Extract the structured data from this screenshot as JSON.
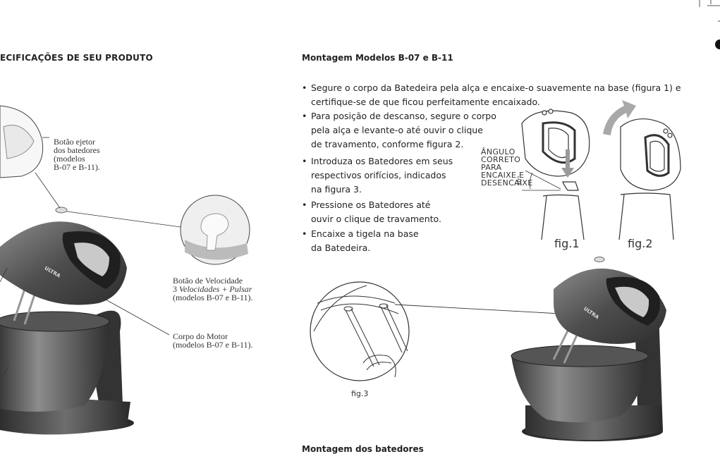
{
  "left": {
    "heading": "ECIFICAÇÕES DE SEU PRODUTO",
    "callout_ejector": [
      "Botão ejetor",
      "dos batedores",
      "(modelos",
      "B-07 e B-11)."
    ],
    "callout_speed": {
      "line1": "Botão de Velocidade",
      "line2_prefix": "3 ",
      "line2_italic": "Velocidades + Pulsar",
      "line3": "(modelos B-07 e B-11)."
    },
    "callout_motor": [
      "Corpo do Motor",
      "(modelos B-07 e B-11)."
    ],
    "brand": "ULTRA"
  },
  "right": {
    "heading": "Montagem Modelos B-07 e B-11",
    "bullets": [
      [
        "Segure o corpo da Batedeira pela alça e encaixe-o suavemente na base (figura 1) e",
        "certifique-se de que ficou perfeitamente encaixado."
      ],
      [
        "Para posição de descanso, segure o corpo",
        "pela alça e levante-o até ouvir o clique",
        "de travamento, conforme figura 2."
      ],
      [
        "Introduza os Batedores em seus",
        "respectivos orifícios, indicados",
        "na figura 3."
      ],
      [
        "Pressione os Batedores até",
        "ouvir o clique de travamento."
      ],
      [
        "Encaixe a tigela na base",
        "da Batedeira."
      ]
    ],
    "bullet_symbol": "•",
    "angle_label": [
      "ÂNGULO",
      "CORRETO",
      "PARA",
      "ENCAIXE E",
      "DESENCAIXE"
    ],
    "angle_value": "30°",
    "fig1": "fig.1",
    "fig2": "fig.2",
    "fig3": "fig.3",
    "brand": "ULTRA",
    "bottom_heading": "Montagem dos batedores"
  },
  "colors": {
    "body_dark": "#4a4a4a",
    "body_mid": "#6d6d6d",
    "arrow_gray": "#9a9a9a",
    "line": "#333333"
  }
}
